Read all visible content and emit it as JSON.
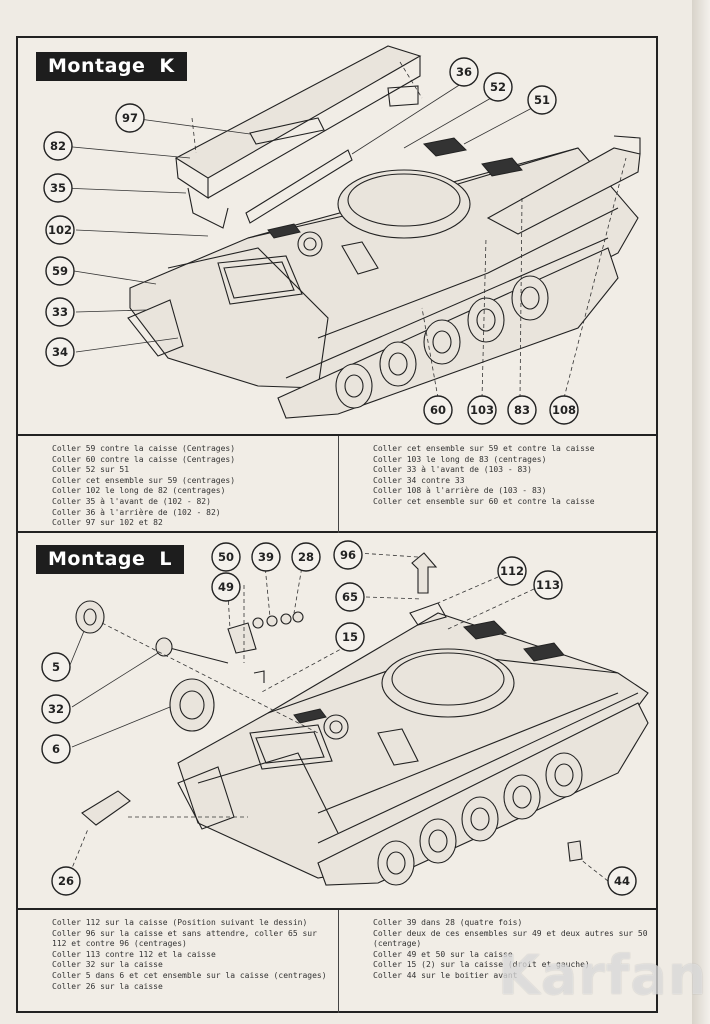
{
  "panels": {
    "k": {
      "title_word": "Montage",
      "title_letter": "K",
      "callouts": [
        "36",
        "52",
        "51",
        "97",
        "82",
        "35",
        "102",
        "59",
        "33",
        "34",
        "60",
        "103",
        "83",
        "108"
      ],
      "left_lines": [
        "Coller 59 contre la caisse (Centrages)",
        "Coller 60 contre la caisse (Centrages)",
        "Coller 52 sur 51",
        "Coller cet ensemble sur 59 (centrages)",
        "Coller 102 le long de 82 (centrages)",
        "Coller 35 à l'avant de (102 - 82)",
        "Coller 36 à l'arrière de (102 - 82)",
        "Coller 97 sur 102 et 82"
      ],
      "right_lines": [
        "Coller cet ensemble sur 59 et contre la caisse",
        "Coller 103 le long de 83 (centrages)",
        "Coller 33 à l'avant de (103 - 83)",
        "Coller 34 contre 33",
        "Coller 108 à l'arrière de (103 - 83)",
        "Coller cet ensemble sur 60 et contre la caisse"
      ]
    },
    "l": {
      "title_word": "Montage",
      "title_letter": "L",
      "callouts": [
        "50",
        "39",
        "28",
        "96",
        "112",
        "113",
        "49",
        "65",
        "15",
        "5",
        "32",
        "6",
        "26",
        "44"
      ],
      "left_lines": [
        "Coller 112 sur la caisse (Position suivant le dessin)",
        "Coller 96 sur la caisse et sans attendre, coller 65 sur",
        "112 et contre 96 (centrages)",
        "Coller 113 contre 112 et la caisse",
        "Coller 32 sur la caisse",
        "Coller 5 dans 6 et cet ensemble sur la caisse (centrages)",
        "Coller 26 sur la caisse"
      ],
      "right_lines": [
        "Coller 39 dans 28 (quatre fois)",
        "Coller deux de ces ensembles sur 49 et deux autres sur 50",
        "(centrage)",
        "Coller 49 et 50 sur la caisse",
        "Coller 15 (2) sur la caisse (droit et gauche)",
        "Coller 44 sur le boitier avant"
      ]
    }
  },
  "watermark": "Karfan"
}
